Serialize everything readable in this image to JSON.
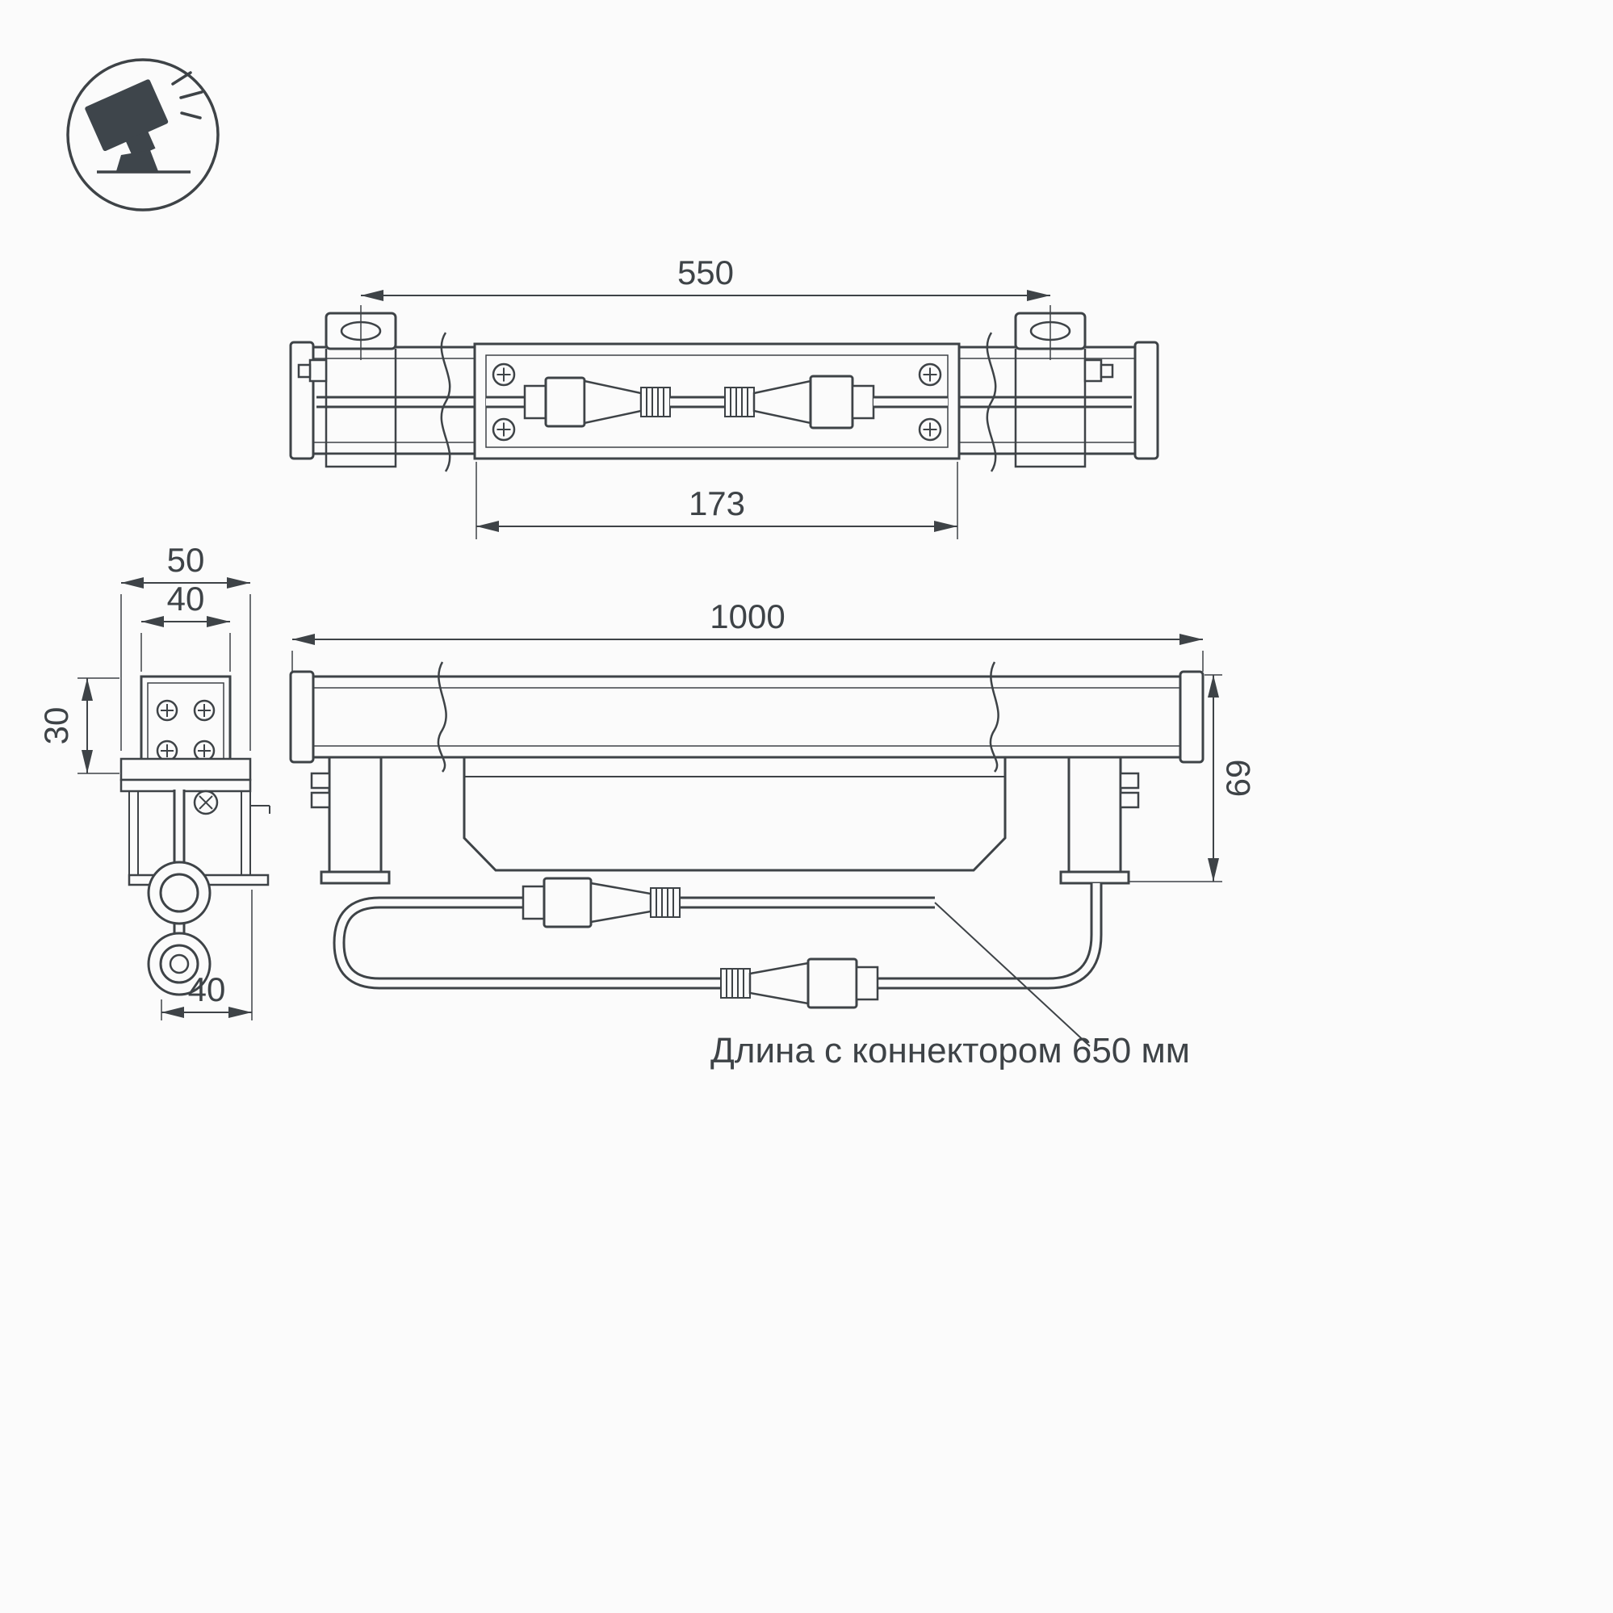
{
  "drawing": {
    "background_color": "#fbfbfb",
    "line_color": "#3e4347",
    "icon_color": "#3e454b",
    "icon": "ground-spotlight-icon"
  },
  "views": {
    "top": {
      "length_overall": "550",
      "length_body": "173"
    },
    "side": {
      "width_outer": "50",
      "width_inner": "40",
      "height": "30",
      "foot_width": "40"
    },
    "front": {
      "length": "1000",
      "height": "69"
    }
  },
  "annotation": {
    "connector_length_note": "Длина с коннектором 650 мм"
  }
}
